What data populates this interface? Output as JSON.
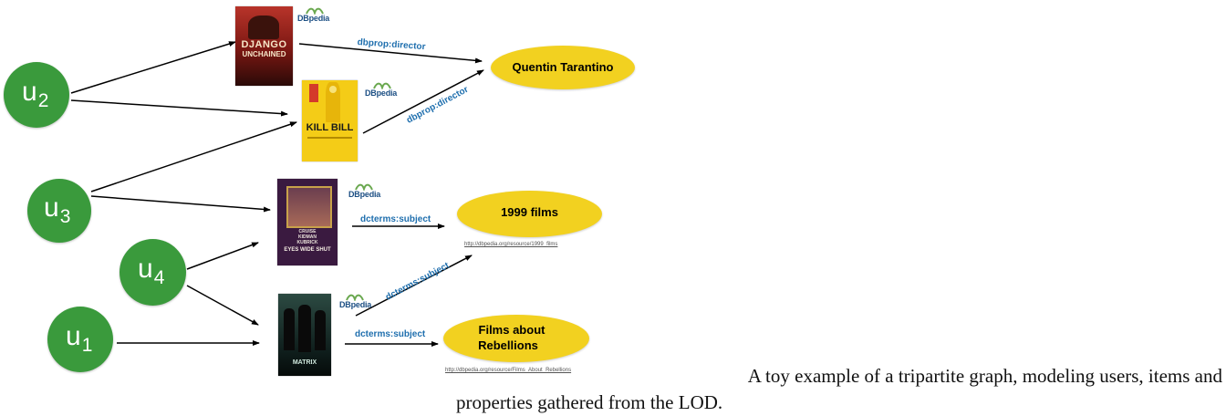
{
  "users": [
    "u2",
    "u3",
    "u4",
    "u1"
  ],
  "items": {
    "django": {
      "title_line1": "DJANGO",
      "title_line2": "UNCHAINED"
    },
    "killbill": {
      "title_line1": "KILL BILL"
    },
    "eyes": {
      "title_line1": "CRUISE",
      "title_line2": "KIDMAN",
      "title_line3": "KUBRICK",
      "title_line4": "EYES WIDE SHUT"
    },
    "matrix": {
      "title_line1": "MATRIX"
    }
  },
  "dbpedia_logo_text": "DBpedia",
  "properties": {
    "tarantino": {
      "label": "Quentin Tarantino"
    },
    "films1999": {
      "label": "1999 films",
      "uri": "http://dbpedia.org/resource/1999_films"
    },
    "rebellions": {
      "label_line1": "Films about",
      "label_line2": "Rebellions",
      "uri": "http://dbpedia.org/resource/Films_About_Rebellions"
    }
  },
  "edge_labels": {
    "director1": "dbprop:director",
    "director2": "dbprop:director",
    "subject1": "dcterms:subject",
    "subject2": "dcterms:subject",
    "subject3": "dcterms:subject"
  },
  "caption": {
    "line1": "A toy example of a tripartite graph, modeling users, items and",
    "line2": "properties gathered from the LOD."
  },
  "colors": {
    "user_node": "#3a9a3c",
    "property_node": "#f2d120",
    "edge_label": "#1f6fae",
    "edge": "#000000"
  }
}
